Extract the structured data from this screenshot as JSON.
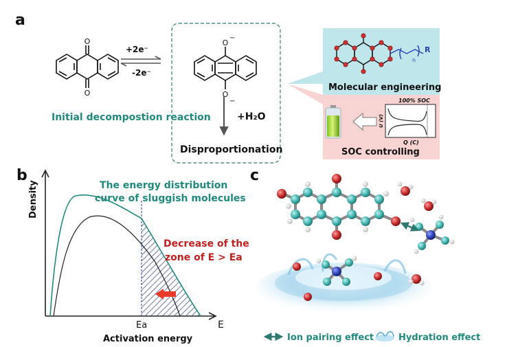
{
  "panel_labels": {
    "a": "a",
    "b": "b",
    "c": "c"
  },
  "panel_a": {
    "arrow_top": "+2e⁻",
    "arrow_bottom": "-2e⁻",
    "initial_reaction": "Initial decompostion reaction",
    "water": "+H₂O",
    "disproportionation": "Disproportionation",
    "molecular_engineering": "Molecular engineering",
    "soc_controlling": "SOC controlling",
    "soc_plot": {
      "title": "100% SOC",
      "ylabel": "U (V)",
      "xlabel": "Q (C)"
    },
    "substituent": "R",
    "chain_index": "n",
    "anion_charge": "−"
  },
  "panel_b": {
    "ylabel": "Density",
    "xlabel": "Activation energy",
    "x_end": "E",
    "ea_tick": "Ea",
    "curve_note_line1": "The energy distribution",
    "curve_note_line2": "curve of sluggish molecules",
    "decrease_line1": "Decrease of the",
    "decrease_line2": "zone of  E > Ea"
  },
  "panel_c": {
    "legend_ion": "Ion pairing effect",
    "legend_hydration": "Hydration effect"
  },
  "colors": {
    "teal": "#1f8a7d",
    "red": "#c21f1f",
    "cyan_panel": "#bfe6ea",
    "pink_panel": "#f7d4d2",
    "atom_c": "#3fb3ae",
    "atom_o": "#c62a2a",
    "atom_n": "#2b3fb6"
  }
}
